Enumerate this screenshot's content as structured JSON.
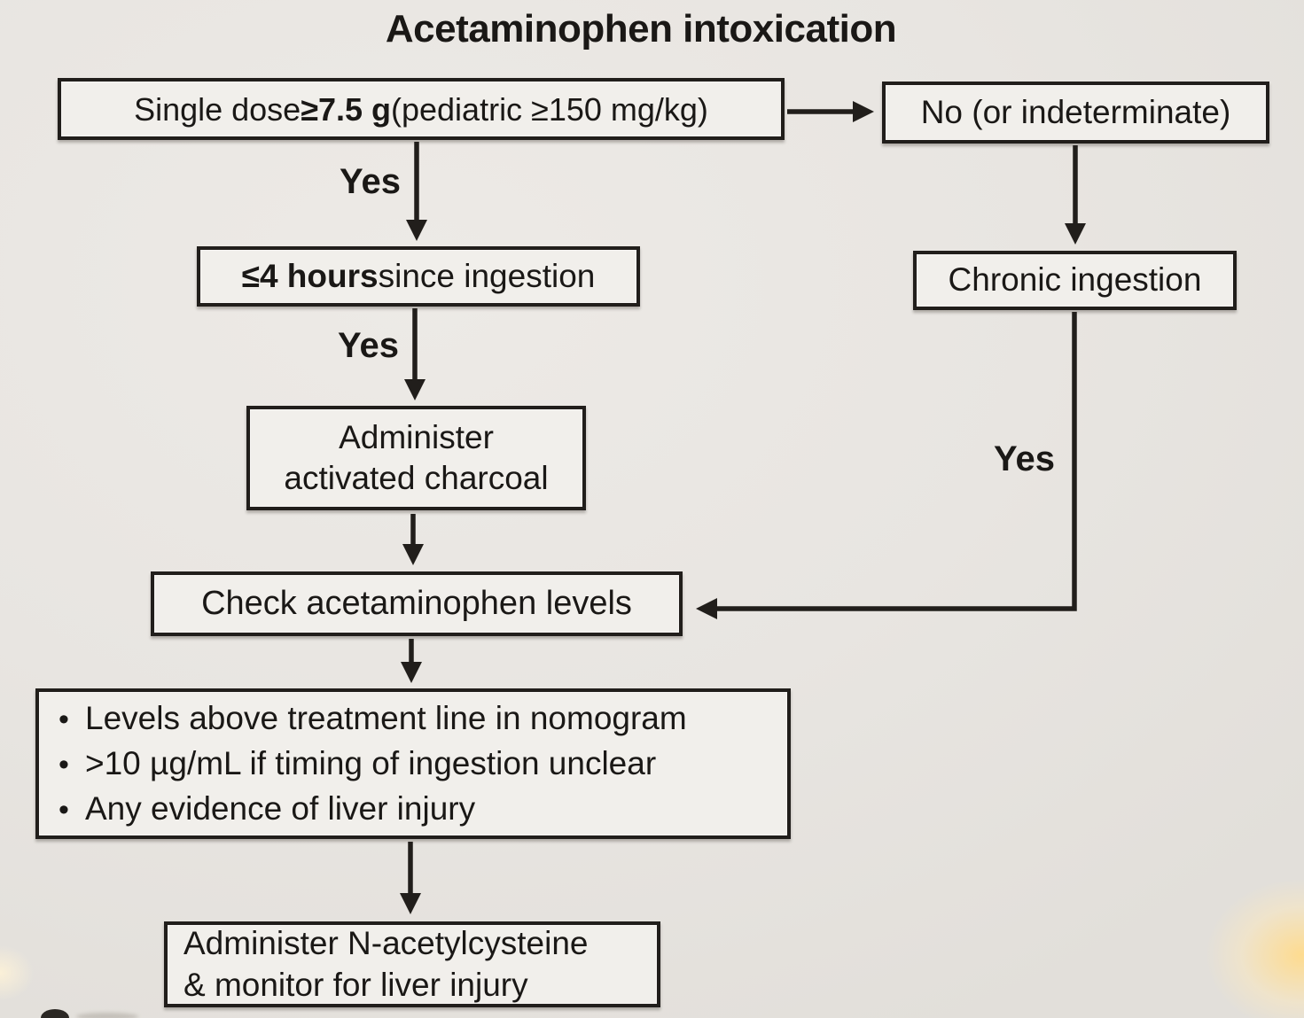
{
  "title": "Acetaminophen intoxication",
  "colors": {
    "background": "#e6e3df",
    "box_fill": "#f1efeb",
    "line_and_border": "#211e1b",
    "text": "#1a1816",
    "glow_artifact": "#ffdb8c"
  },
  "flow": {
    "single_dose": {
      "prefix": "Single dose ",
      "bold": "≥7.5 g",
      "suffix": " (pediatric ≥150 mg/kg)"
    },
    "no_indeterminate": "No (or indeterminate)",
    "four_hours": {
      "bold": "≤4 hours",
      "suffix": " since ingestion"
    },
    "charcoal": {
      "line1": "Administer",
      "line2": "activated charcoal"
    },
    "check_levels": "Check acetaminophen levels",
    "chronic": "Chronic ingestion",
    "criteria": {
      "bullet": "•",
      "items": [
        "Levels above treatment line in nomogram",
        ">10 µg/mL if timing of ingestion unclear",
        "Any evidence of liver injury"
      ]
    },
    "nac": {
      "line1": "Administer N-acetylcysteine",
      "line2": "& monitor for liver injury"
    }
  },
  "labels": {
    "yes_single": "Yes",
    "yes_four_hours": "Yes",
    "yes_chronic": "Yes"
  }
}
